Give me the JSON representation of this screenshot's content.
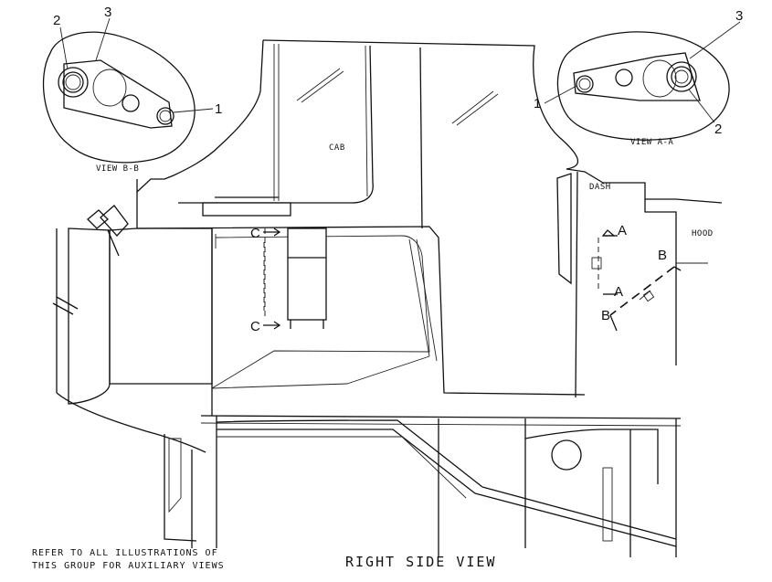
{
  "views": {
    "bb": {
      "title": "VIEW B-B",
      "callouts": [
        "1",
        "2",
        "3"
      ]
    },
    "aa": {
      "title": "VIEW A-A",
      "callouts": [
        "1",
        "2",
        "3"
      ]
    }
  },
  "labels": {
    "cab": "CAB",
    "dash": "DASH",
    "hood": "HOOD"
  },
  "section_marks": {
    "a_top": "A",
    "a_bottom": "A",
    "b_top": "B",
    "b_bottom": "B",
    "c_top": "C",
    "c_bottom": "C"
  },
  "footer": {
    "note_line1": "REFER TO ALL ILLUSTRATIONS OF",
    "note_line2": "THIS GROUP FOR AUXILIARY VIEWS",
    "view_title": "RIGHT SIDE VIEW"
  }
}
